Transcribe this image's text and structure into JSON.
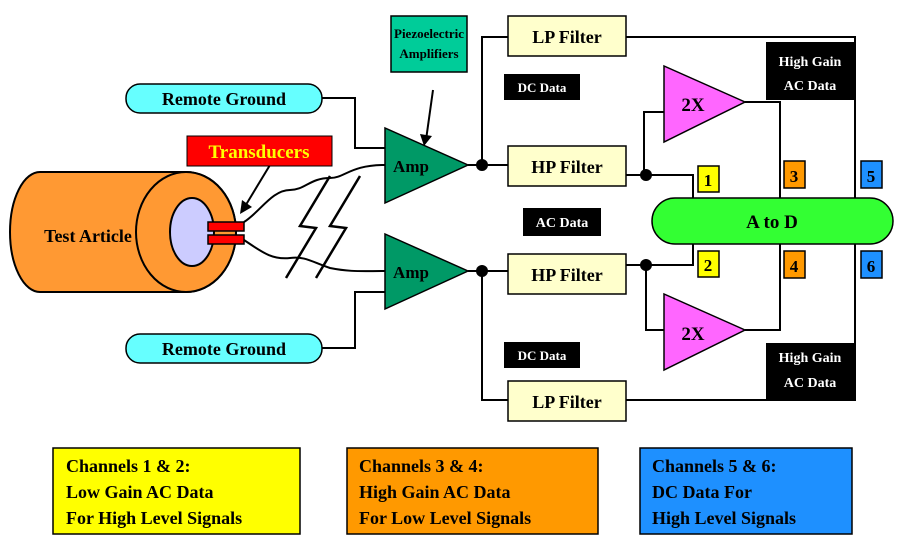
{
  "labels": {
    "piezo_line1": "Piezoelectric",
    "piezo_line2": "Amplifiers",
    "remote_ground_top": "Remote Ground",
    "remote_ground_bottom": "Remote Ground",
    "transducers": "Transducers",
    "test_article": "Test Article",
    "amp_top": "Amp",
    "amp_bottom": "Amp",
    "lp_filter_top": "LP Filter",
    "lp_filter_bottom": "LP Filter",
    "hp_filter_top": "HP Filter",
    "hp_filter_bottom": "HP Filter",
    "dc_data_top": "DC Data",
    "dc_data_bottom": "DC Data",
    "ac_data": "AC Data",
    "high_gain_top_1": "High Gain",
    "high_gain_top_2": "AC Data",
    "high_gain_bottom_1": "High Gain",
    "high_gain_bottom_2": "AC Data",
    "gain_top": "2X",
    "gain_bottom": "2X",
    "a_to_d": "A to D",
    "ch1": "1",
    "ch2": "2",
    "ch3": "3",
    "ch4": "4",
    "ch5": "5",
    "ch6": "6"
  },
  "legend": [
    {
      "line1": "Channels 1 & 2:",
      "line2": "Low Gain AC Data",
      "line3": "For High Level Signals",
      "color": "#ffff00"
    },
    {
      "line1": "Channels 3 & 4:",
      "line2": "High Gain AC Data",
      "line3": "For Low Level Signals",
      "color": "#ff9900"
    },
    {
      "line1": "Channels 5 & 6:",
      "line2": "DC Data For",
      "line3": "High Level Signals",
      "color": "#1e90ff"
    }
  ],
  "colors": {
    "cyan": "#66ffff",
    "green_amp": "#009966",
    "filter": "#ffffcc",
    "magenta": "#ff66ff",
    "lime": "#33ff33",
    "orange": "#ff9933",
    "red": "#ff0000",
    "lavender": "#ccccff",
    "black": "#000000",
    "yellow": "#ffff00",
    "ch_orange": "#ff9900",
    "blue": "#1e90ff"
  }
}
